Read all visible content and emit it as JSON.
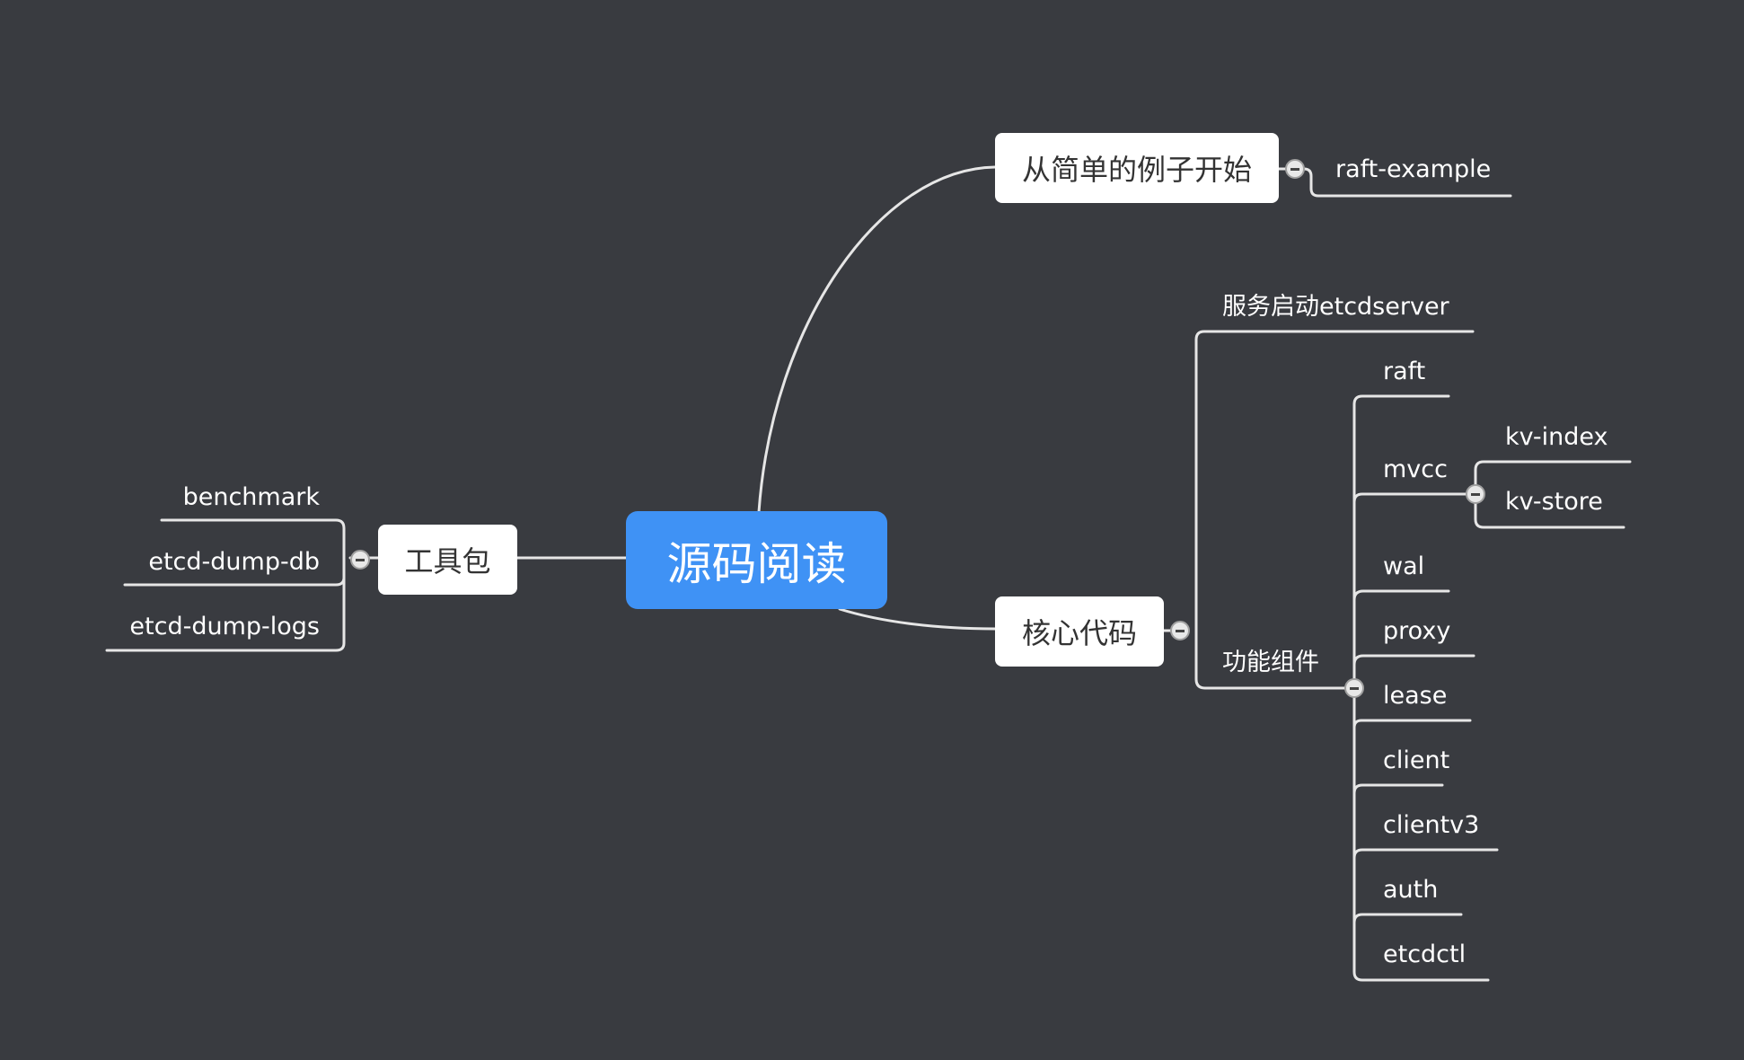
{
  "root": {
    "label": "源码阅读"
  },
  "branches": {
    "simple": {
      "label": "从简单的例子开始",
      "children": [
        "raft-example"
      ]
    },
    "core": {
      "label": "核心代码",
      "service": "服务启动etcdserver",
      "components": {
        "label": "功能组件",
        "items": [
          "raft",
          "mvcc",
          "wal",
          "proxy",
          "lease",
          "client",
          "clientv3",
          "auth",
          "etcdctl"
        ],
        "mvcc_children": [
          "kv-index",
          "kv-store"
        ]
      }
    },
    "tools": {
      "label": "工具包",
      "children": [
        "benchmark",
        "etcd-dump-db",
        "etcd-dump-logs"
      ]
    }
  },
  "colors": {
    "background": "#393b40",
    "root": "#3f92f5",
    "node": "#ffffff",
    "line": "#e6e6e6"
  }
}
